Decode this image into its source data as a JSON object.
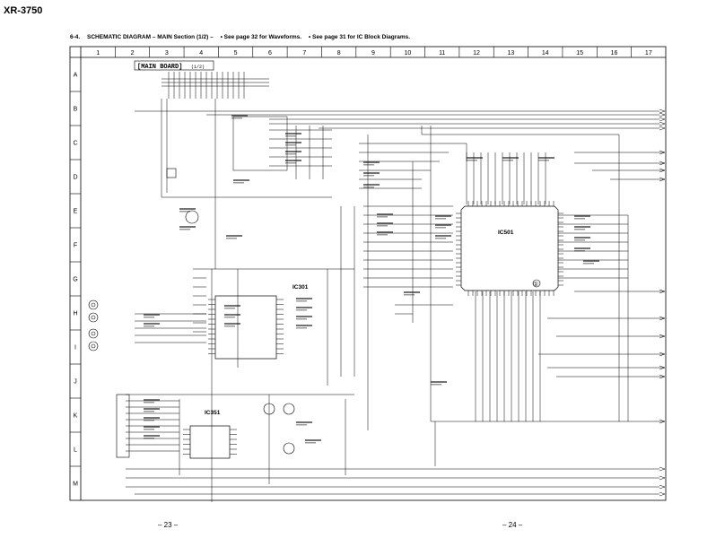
{
  "model": "XR-3750",
  "heading": {
    "section": "6-4.",
    "title": "SCHEMATIC  DIAGRAM  – MAIN Section (1/2) –",
    "note1": "• See page 32 for Waveforms.",
    "note2": "• See page 31 for IC Block Diagrams."
  },
  "columns": [
    "1",
    "2",
    "3",
    "4",
    "5",
    "6",
    "7",
    "8",
    "9",
    "10",
    "11",
    "12",
    "13",
    "14",
    "15",
    "16",
    "17"
  ],
  "rows": [
    "A",
    "B",
    "C",
    "D",
    "E",
    "F",
    "G",
    "H",
    "I",
    "J",
    "K",
    "L",
    "M"
  ],
  "board_label": "[MAIN BOARD]",
  "board_suffix": "(1/2)",
  "ics": {
    "ic501": "IC501",
    "ic301": "IC301",
    "ic351": "IC351",
    "marker": "①"
  },
  "pages": {
    "left": "– 23 –",
    "right": "– 24 –"
  }
}
